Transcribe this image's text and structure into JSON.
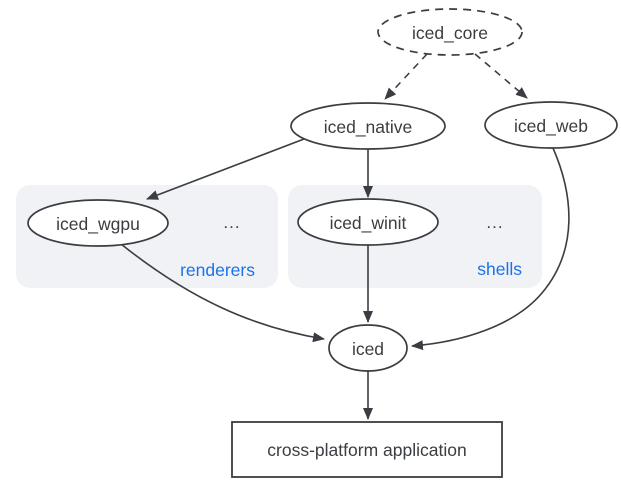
{
  "diagram": {
    "nodes": {
      "core": "iced_core",
      "native": "iced_native",
      "web": "iced_web",
      "wgpu": "iced_wgpu",
      "winit": "iced_winit",
      "iced": "iced",
      "app": "cross-platform application"
    },
    "groups": {
      "renderers": {
        "label": "renderers",
        "more": "..."
      },
      "shells": {
        "label": "shells",
        "more": "..."
      }
    },
    "edges": [
      {
        "from": "iced_core",
        "to": "iced_native",
        "style": "dashed"
      },
      {
        "from": "iced_core",
        "to": "iced_web",
        "style": "dashed"
      },
      {
        "from": "iced_native",
        "to": "iced_wgpu",
        "style": "solid"
      },
      {
        "from": "iced_native",
        "to": "iced_winit",
        "style": "solid"
      },
      {
        "from": "iced_wgpu",
        "to": "iced",
        "style": "solid"
      },
      {
        "from": "iced_winit",
        "to": "iced",
        "style": "solid"
      },
      {
        "from": "iced_web",
        "to": "iced",
        "style": "solid"
      },
      {
        "from": "iced",
        "to": "cross-platform application",
        "style": "solid"
      }
    ],
    "colors": {
      "stroke": "#3a3d41",
      "text": "#3a3d41",
      "group_background": "#f0f2f5",
      "group_label": "#1a73e8",
      "background": "#ffffff"
    }
  }
}
